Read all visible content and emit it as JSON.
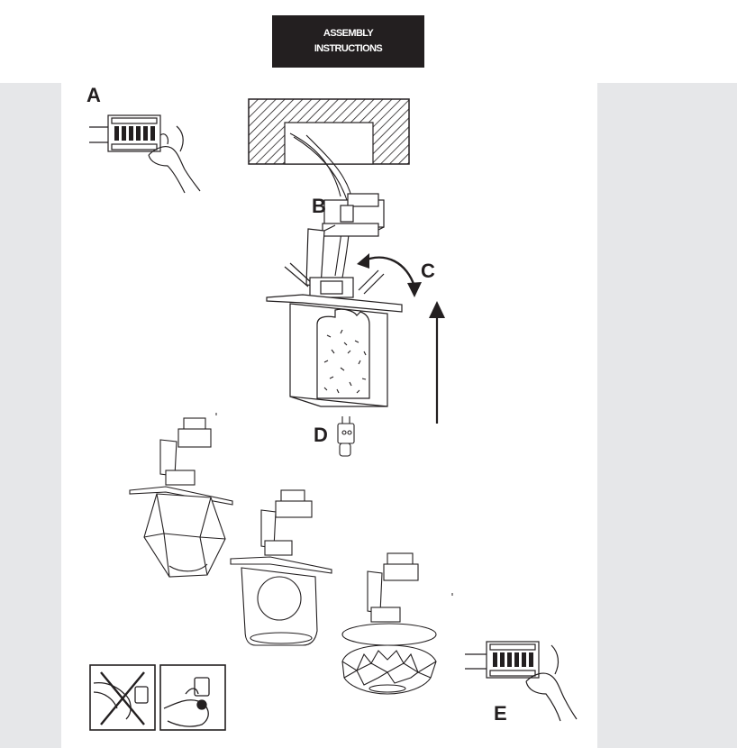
{
  "header": {
    "title_line1": "ASSEMBLY",
    "title_line2": "INSTRUCTIONS"
  },
  "steps": {
    "a": "A",
    "b": "B",
    "c": "C",
    "d": "D",
    "e": "E"
  },
  "colors": {
    "ink": "#231f20",
    "side_panel": "#e6e7e9",
    "title_bg": "#231f20"
  },
  "icons": [
    "breaker-panel-off-icon",
    "ceiling-hatch-icon",
    "rotate-arrow-icon",
    "up-arrow-icon",
    "g9-bulb-icon",
    "no-bare-hand-icon",
    "gloved-hand-icon",
    "breaker-panel-on-icon"
  ]
}
